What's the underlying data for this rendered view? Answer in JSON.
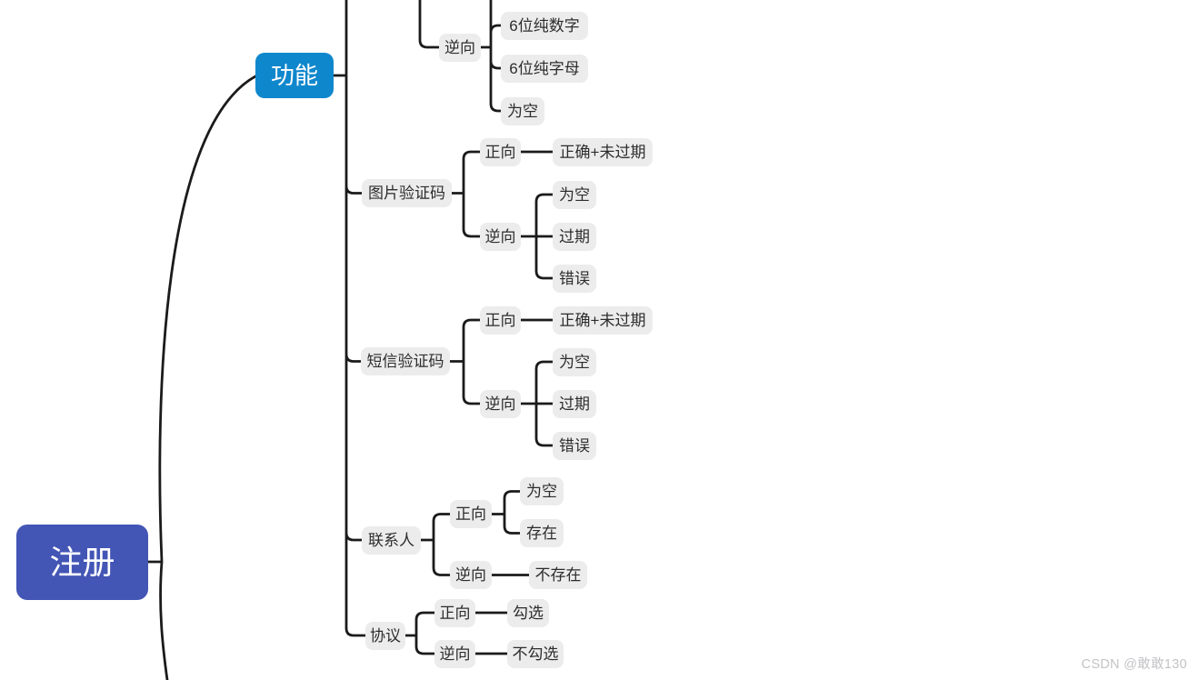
{
  "colors": {
    "canvas_bg": "#ffffff",
    "root_bg": "#4355b5",
    "root_text": "#ffffff",
    "branch_bg": "#0f87cc",
    "branch_text": "#ffffff",
    "topic_bg": "#ececec",
    "topic_text": "#2d2d2d",
    "line": "#1b1b1b",
    "watermark_text": "#c3c3c7"
  },
  "map": {
    "root": {
      "label": "注册"
    },
    "branch": {
      "label": "功能"
    },
    "top_cutoff_branch": {
      "negative": {
        "label": "逆向",
        "children": [
          "6位纯数字",
          "6位纯字母",
          "为空"
        ]
      }
    },
    "topics": [
      {
        "label": "图片验证码",
        "positive": {
          "label": "正向",
          "result": "正确+未过期"
        },
        "negative": {
          "label": "逆向",
          "children": [
            "为空",
            "过期",
            "错误"
          ]
        }
      },
      {
        "label": "短信验证码",
        "positive": {
          "label": "正向",
          "result": "正确+未过期"
        },
        "negative": {
          "label": "逆向",
          "children": [
            "为空",
            "过期",
            "错误"
          ]
        }
      },
      {
        "label": "联系人",
        "positive": {
          "label": "正向",
          "children": [
            "为空",
            "存在"
          ]
        },
        "negative": {
          "label": "逆向",
          "result": "不存在"
        }
      },
      {
        "label": "协议",
        "positive": {
          "label": "正向",
          "result": "勾选"
        },
        "negative": {
          "label": "逆向",
          "result": "不勾选"
        }
      }
    ]
  },
  "watermark": {
    "text": "CSDN @敢敢130"
  }
}
